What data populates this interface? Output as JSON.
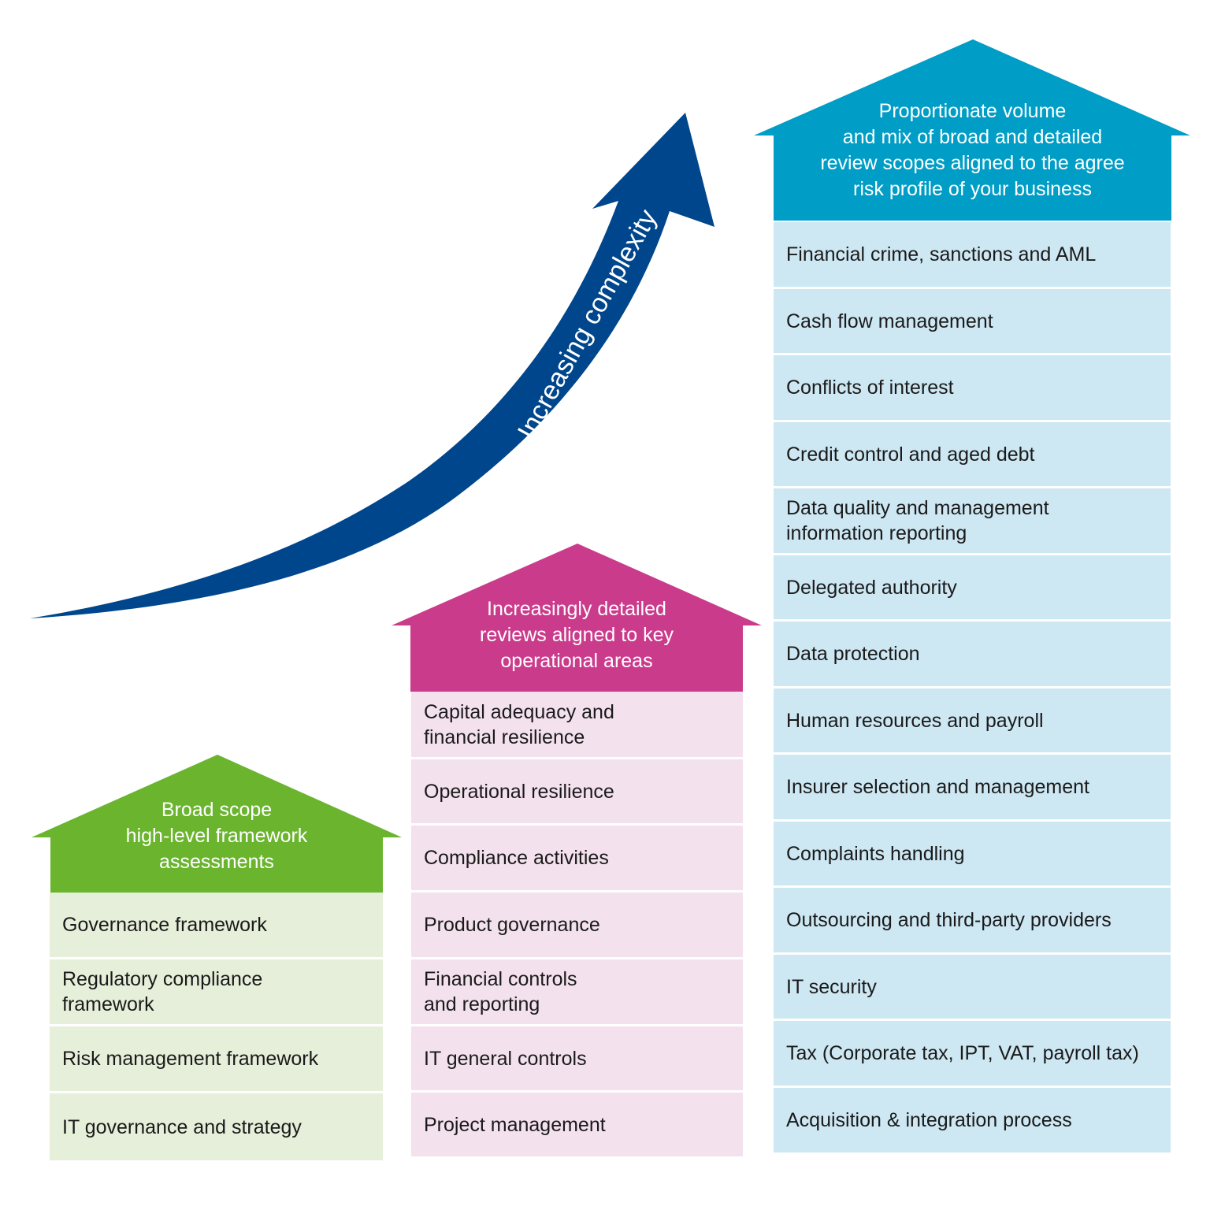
{
  "arrow": {
    "label": "Increasing complexity",
    "color": "#00468c"
  },
  "columns": [
    {
      "id": "broad",
      "color": "#6ab42e",
      "cell_color": "#e5efd9",
      "title": "Broad scope\nhigh-level framework\nassessments",
      "items": [
        "Governance framework",
        "Regulatory compliance\nframework",
        "Risk management framework",
        "IT governance and strategy"
      ]
    },
    {
      "id": "detailed",
      "color": "#cb3b8c",
      "cell_color": "#f4e1ee",
      "title": "Increasingly detailed\nreviews aligned to key\noperational areas",
      "items": [
        "Capital adequacy and\nfinancial resilience",
        "Operational resilience",
        "Compliance activities",
        "Product governance",
        "Financial controls\nand reporting",
        "IT general controls",
        "Project management"
      ]
    },
    {
      "id": "proportionate",
      "color": "#009ec6",
      "cell_color": "#cde7f3",
      "title": "Proportionate volume\nand mix of broad and detailed\nreview scopes aligned to the agree\nrisk profile of your business",
      "items": [
        "Financial crime, sanctions and AML",
        "Cash flow management",
        "Conflicts of interest",
        "Credit control and aged debt",
        "Data quality and management\ninformation reporting",
        "Delegated authority",
        "Data protection",
        "Human resources and payroll",
        "Insurer selection and management",
        "Complaints handling",
        "Outsourcing and third-party providers",
        "IT security",
        "Tax (Corporate tax, IPT, VAT, payroll tax)",
        "Acquisition & integration process"
      ]
    }
  ]
}
